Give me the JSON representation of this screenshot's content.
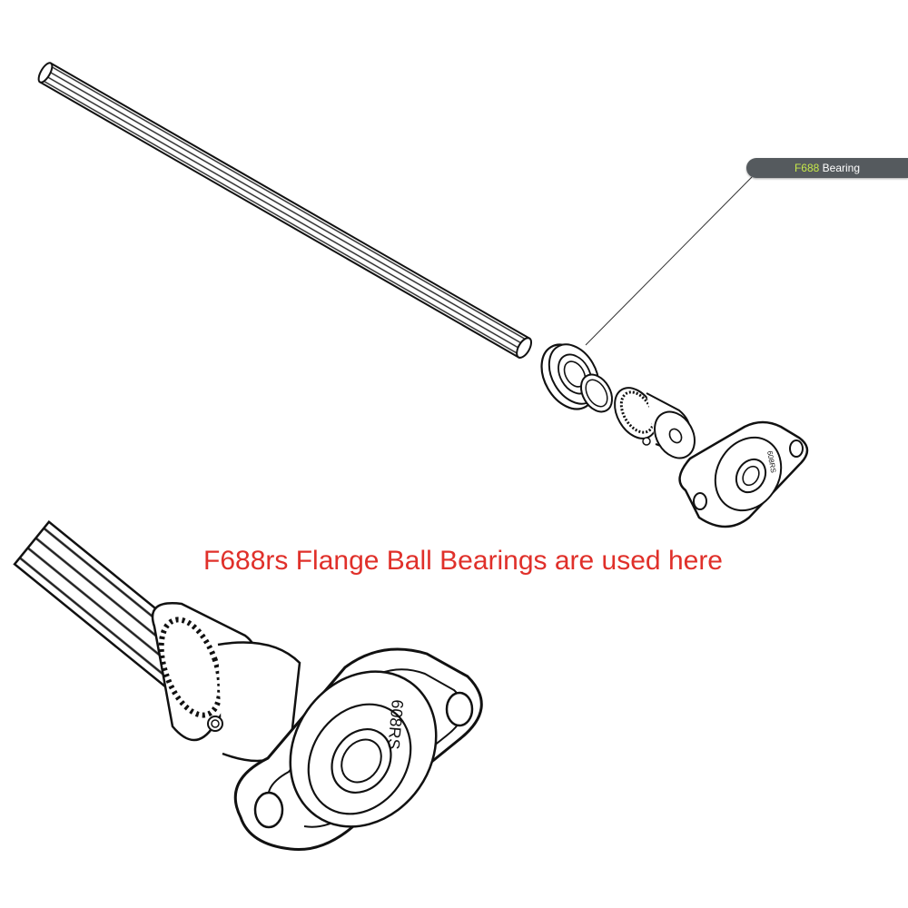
{
  "callout": {
    "part_code": "F688",
    "part_name": "Bearing",
    "highlight_color": "#c6e84a",
    "background_color": "#555a5e"
  },
  "caption": {
    "text": "F688rs Flange Ball Bearings are used here",
    "color": "#e0302a"
  },
  "flange_bearing_marking_top": "608RS",
  "flange_bearing_marking_bottom": "608RS"
}
